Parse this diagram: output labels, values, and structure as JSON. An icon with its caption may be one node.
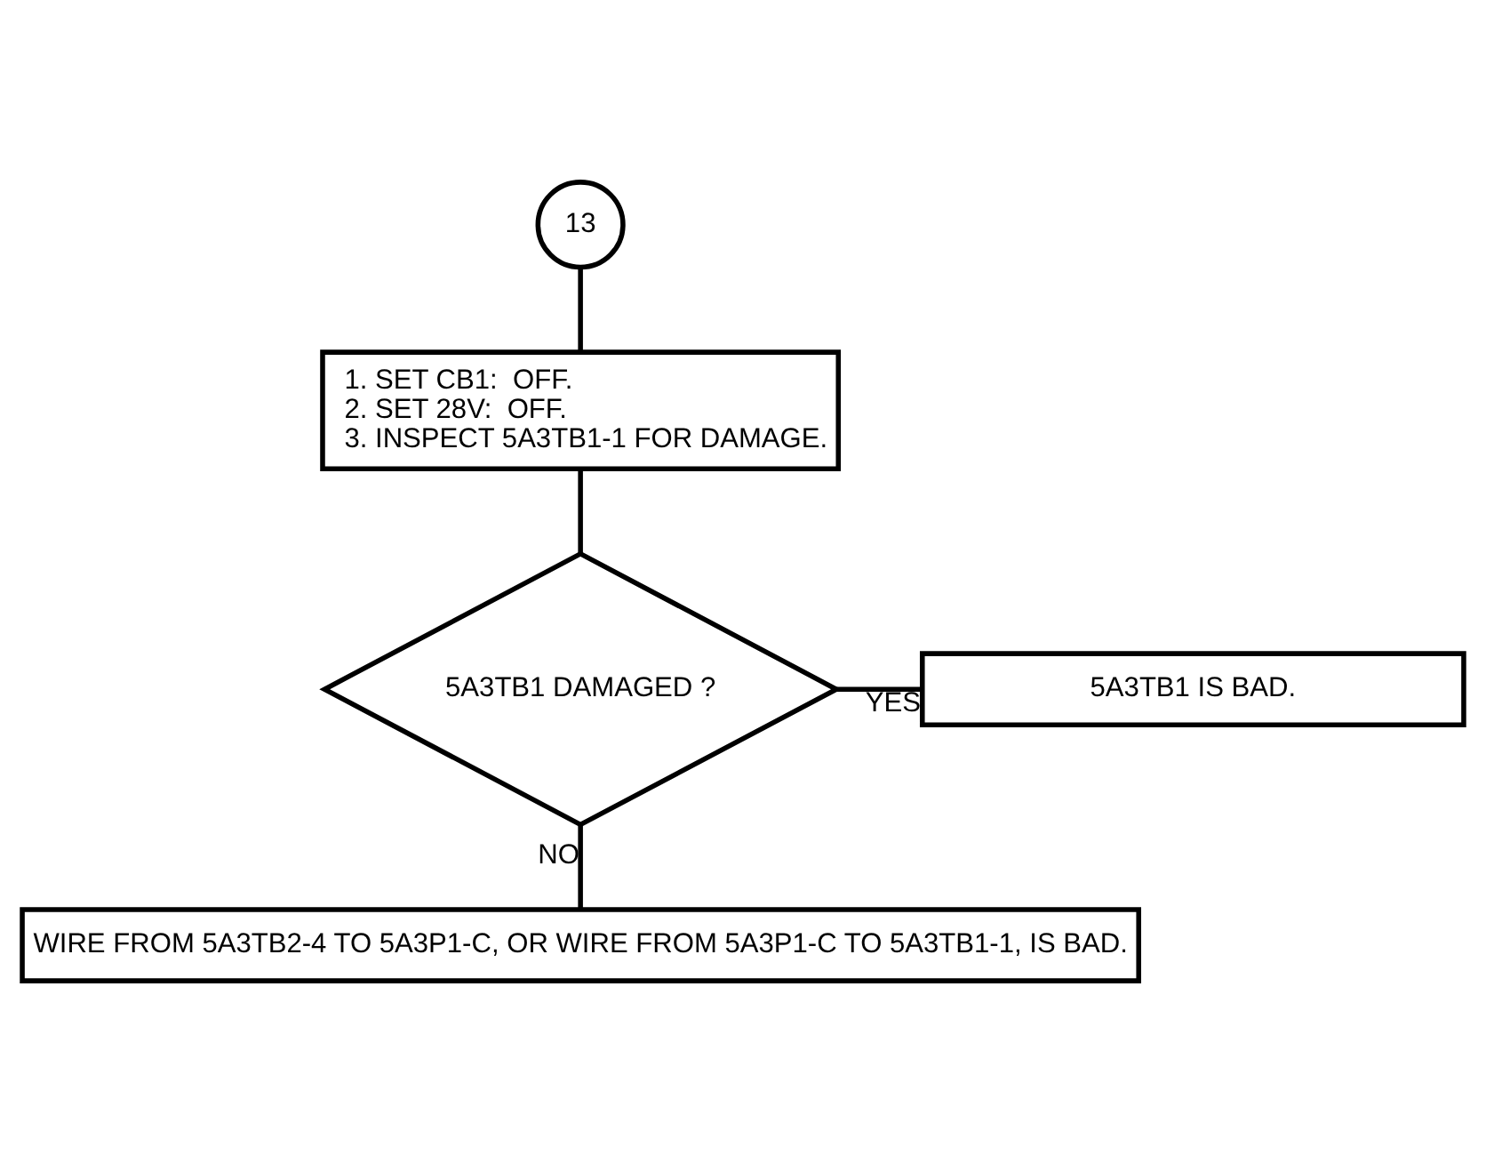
{
  "diagram": {
    "nodes": [
      {
        "text": [
          "13"
        ]
      },
      {
        "text": [
          "1. SET CB1:  OFF.",
          "2. SET 28V:  OFF.",
          "3. INSPECT 5A3TB1-1 FOR DAMAGE."
        ]
      },
      {
        "text": [
          "5A3TB1 DAMAGED ?"
        ]
      },
      {
        "text": [
          "5A3TB1 IS BAD."
        ]
      },
      {
        "text": [
          "WIRE FROM 5A3TB2-4 TO 5A3P1-C, OR WIRE FROM 5A3P1-C TO 5A3TB1-1, IS BAD."
        ]
      }
    ],
    "edges": [
      {
        "from": 0,
        "to": 1,
        "arrow": "none"
      },
      {
        "from": 1,
        "to": 2,
        "arrow": "none"
      },
      {
        "from": 2,
        "to": 3,
        "arrow": "none",
        "label": "YES"
      },
      {
        "from": 2,
        "to": 4,
        "arrow": "none",
        "label": "NO"
      }
    ]
  }
}
